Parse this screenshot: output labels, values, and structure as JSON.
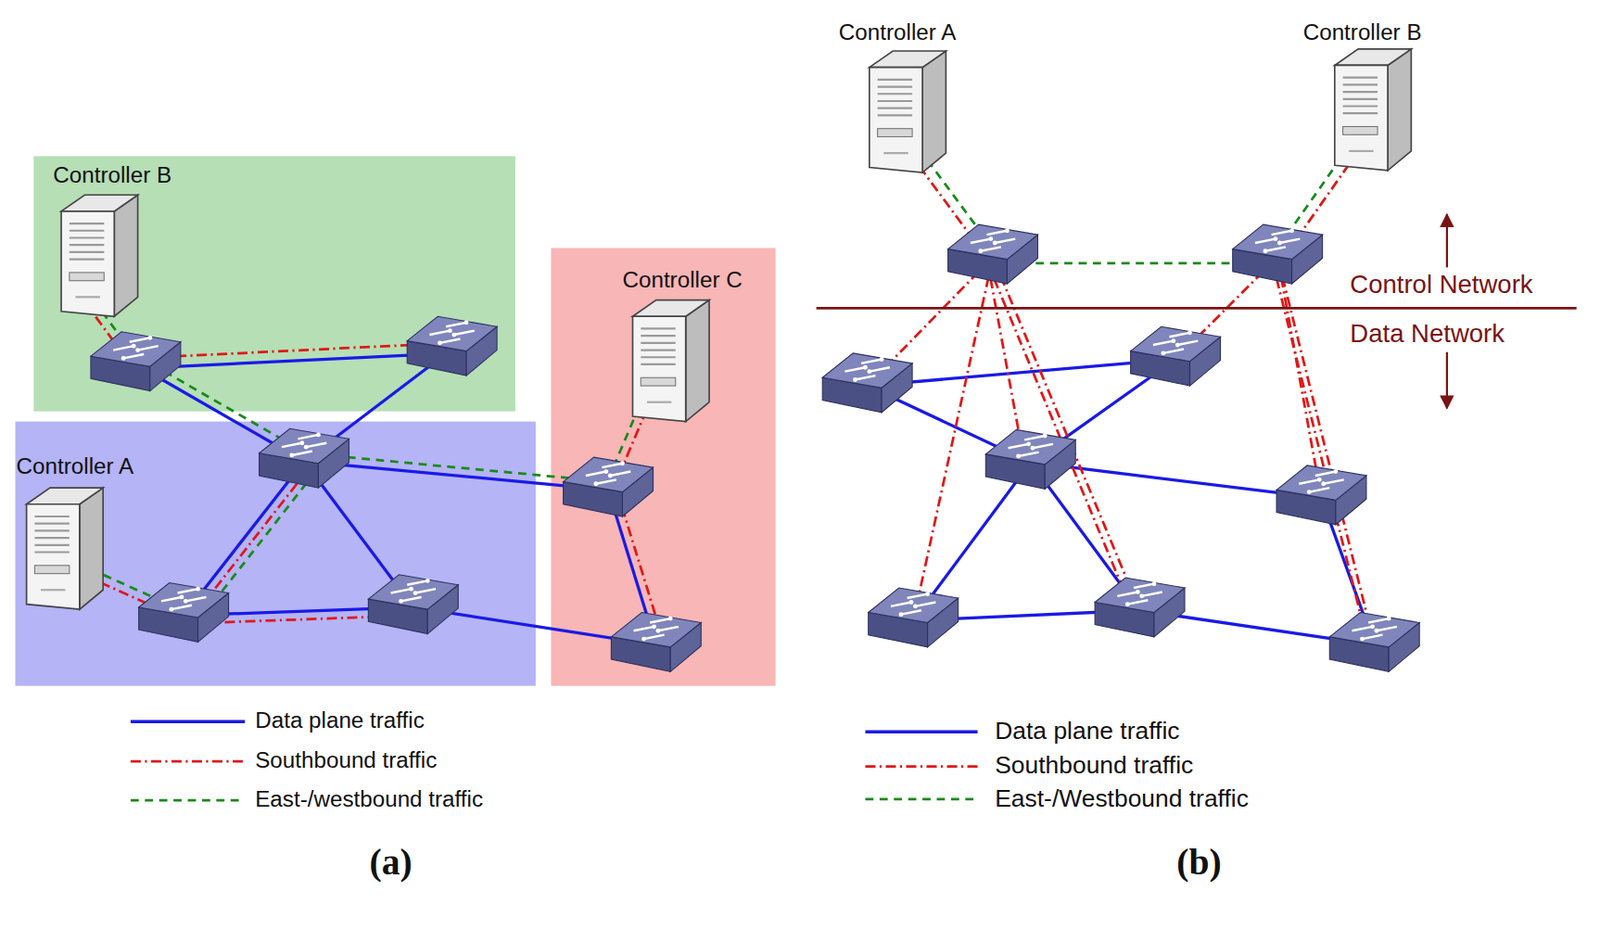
{
  "diagram": {
    "nodes": [
      {
        "text": [
          "Controller B"
        ]
      },
      {
        "text": [
          "Controller C"
        ]
      },
      {
        "text": [
          "Controller A"
        ]
      },
      {
        "text": [
          "Controller A"
        ]
      },
      {
        "text": [
          "Controller B"
        ]
      }
    ],
    "labels": [
      "(a)",
      "(b)",
      "Control Network",
      "Data Network"
    ],
    "legend": [
      {
        "text": "Data plane traffic"
      },
      {
        "text": "Southbound traffic"
      },
      {
        "text": "East-/westbound traffic"
      },
      {
        "text": "Data plane traffic"
      },
      {
        "text": "Southbound traffic"
      },
      {
        "text": "East-/Westbound traffic"
      }
    ]
  }
}
